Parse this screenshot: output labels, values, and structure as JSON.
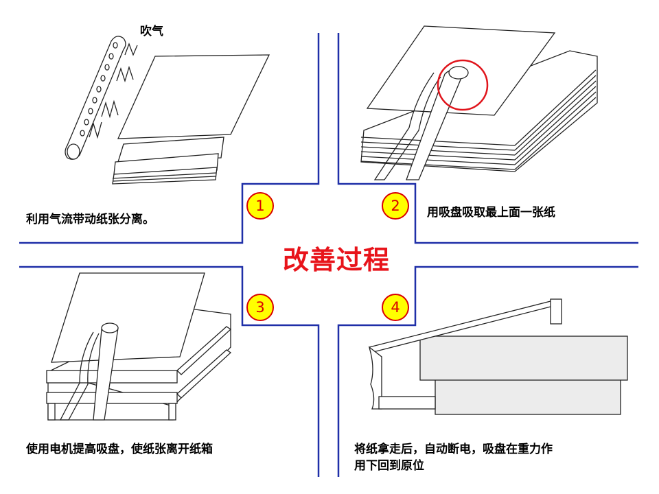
{
  "title": "改善过程",
  "steps": [
    {
      "number": "1",
      "caption": "利用气流带动纸张分离。",
      "annotation": "吹气"
    },
    {
      "number": "2",
      "caption": "用吸盘吸取最上面一张纸"
    },
    {
      "number": "3",
      "caption": "使用电机提高吸盘，使纸张离开纸箱"
    },
    {
      "number": "4",
      "caption_line1": "将纸拿走后，自动断电，吸盘在重力作",
      "caption_line2": "用下回到原位"
    }
  ],
  "colors": {
    "frame": "#1f2fa8",
    "title": "#e8141b",
    "badge_fill": "#ffff00",
    "badge_border": "#d90000",
    "highlight": "#e0141b",
    "panel_fill": "#ececec"
  }
}
